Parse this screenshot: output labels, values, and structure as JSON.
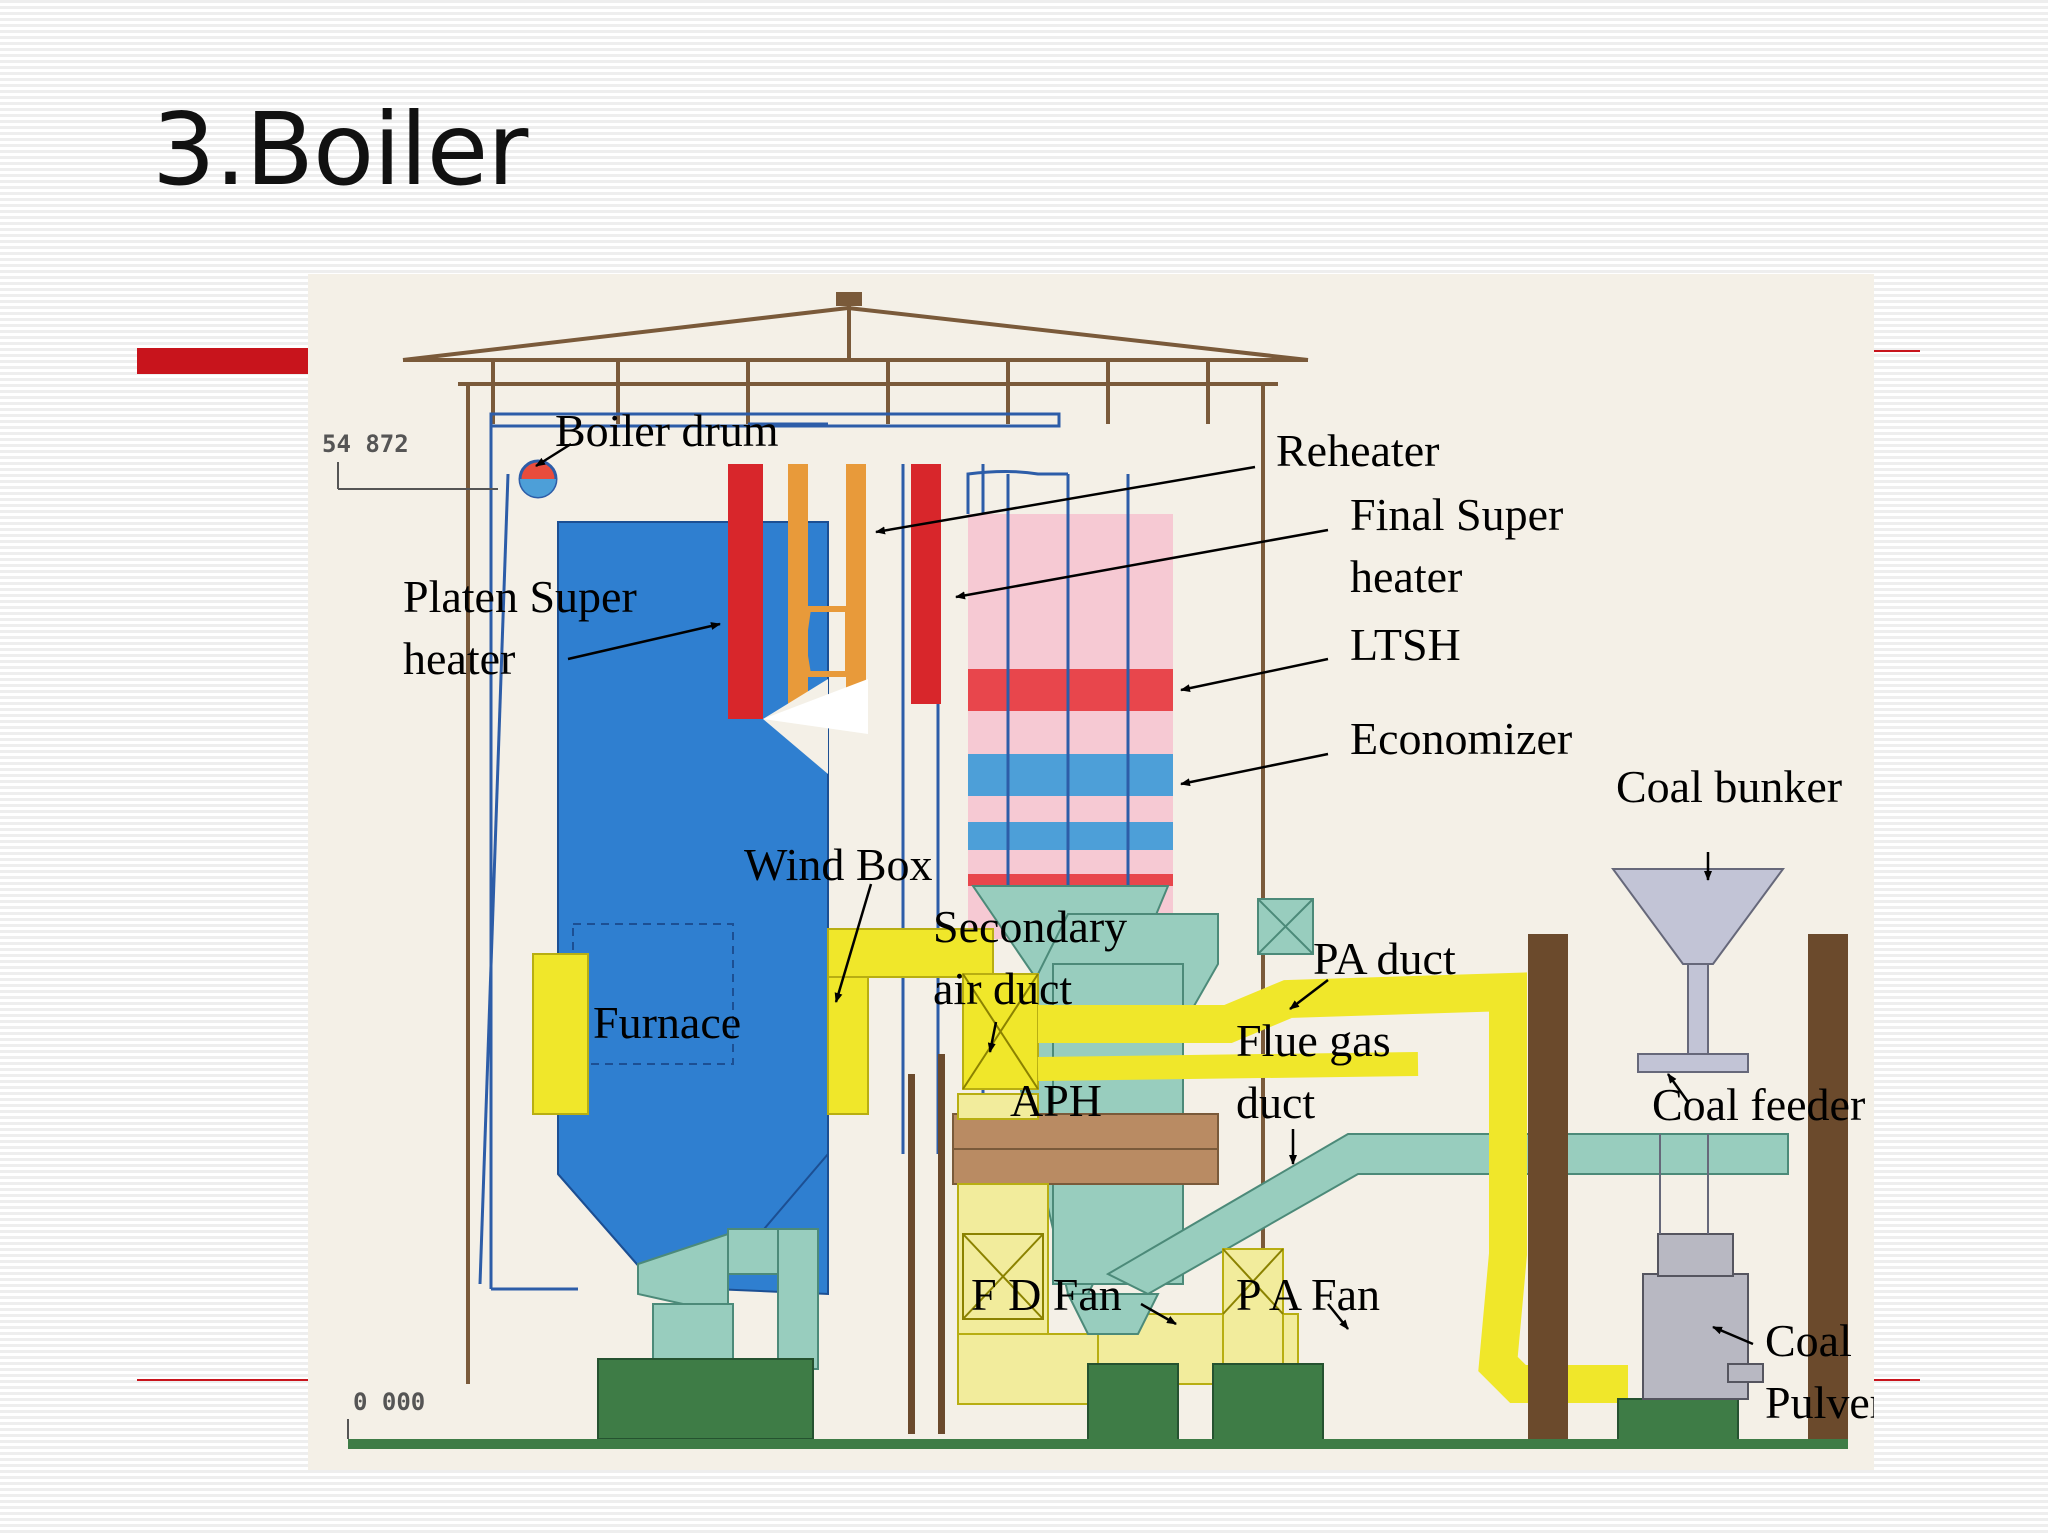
{
  "slide": {
    "title": "3.Boiler",
    "accent_color": "#c8141c"
  },
  "diagram": {
    "elevations": {
      "top": "54 872",
      "bottom": "0 000"
    },
    "labels": {
      "boiler_drum": "Boiler drum",
      "reheater": "Reheater",
      "final_super_1": "Final Super",
      "final_super_2": "heater",
      "platen_1": "Platen Super",
      "platen_2": "heater",
      "ltsh": "LTSH",
      "economizer": "Economizer",
      "coal_bunker": "Coal bunker",
      "wind_box": "Wind Box",
      "secondary_1": "Secondary",
      "secondary_2": "air duct",
      "pa_duct": "PA duct",
      "furnace": "Furnace",
      "flue_1": "Flue gas",
      "flue_2": "duct",
      "aph": "APH",
      "coal_feeder": "Coal feeder",
      "fd_fan": "F D Fan",
      "pa_fan": "P A Fan",
      "coal_1": "Coal",
      "coal_2": "Pulverizer"
    },
    "colors": {
      "furnace_blue": "#2f7fd0",
      "platen_red": "#d8262b",
      "reheater_orange": "#e89a3a",
      "backpass_pink": "#f6c9d3",
      "economizer_blue": "#4d9fd8",
      "air_yellow": "#f0e72a",
      "pale_yellow": "#f2ec9c",
      "flue_green": "#98cdbe",
      "aph_brown": "#b98b63",
      "steel_brown": "#6b4a2c",
      "ground_green": "#3e7c46",
      "pulverizer_gray": "#b8b8c2"
    }
  }
}
